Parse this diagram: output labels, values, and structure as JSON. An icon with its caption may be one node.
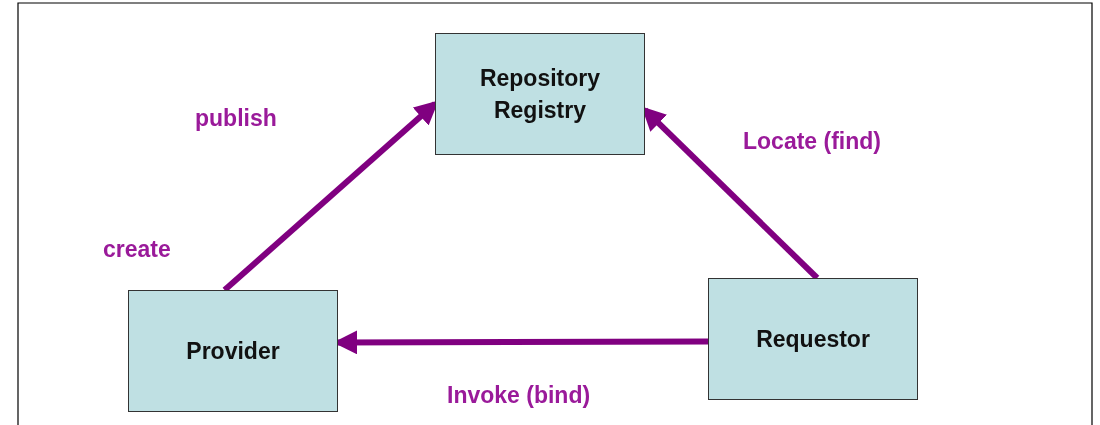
{
  "diagram": {
    "nodes": [
      {
        "text": [
          "Repository Registry"
        ]
      },
      {
        "text": [
          "Provider"
        ]
      },
      {
        "text": [
          "Requestor"
        ]
      }
    ],
    "edges": [
      {
        "from": 1,
        "to": 0,
        "arrow": "to",
        "label": "publish"
      },
      {
        "from": 2,
        "to": 0,
        "arrow": "to",
        "label": "Locate (find)"
      },
      {
        "from": 2,
        "to": 1,
        "arrow": "to",
        "label": "Invoke (bind)"
      }
    ],
    "labels": [
      "create"
    ]
  }
}
